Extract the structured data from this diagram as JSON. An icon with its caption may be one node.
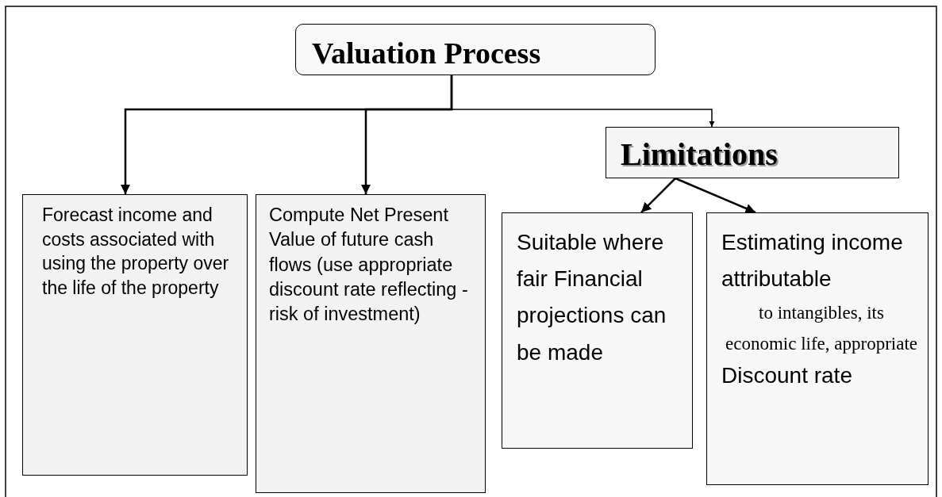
{
  "diagram": {
    "nodes": [
      {
        "text": [
          "Valuation Process"
        ]
      },
      {
        "text": [
          "Forecast income and costs associated with using the property over the life of the property"
        ]
      },
      {
        "text": [
          "Compute Net Present Value of future cash flows (use appropriate discount rate reflecting -risk of investment)"
        ]
      },
      {
        "text": [
          "Limitations"
        ]
      },
      {
        "text": [
          "Suitable where fair Financial projections can be made"
        ]
      },
      {
        "text": [
          "Estimating income attributable",
          "to intangibles, its economic life, appropriate",
          "Discount rate"
        ]
      }
    ],
    "edges": [
      {
        "from": 0,
        "to": 1,
        "arrow": "to"
      },
      {
        "from": 0,
        "to": 2,
        "arrow": "to"
      },
      {
        "from": 0,
        "to": 3,
        "arrow": "to"
      },
      {
        "from": 3,
        "to": 4,
        "arrow": "to"
      },
      {
        "from": 3,
        "to": 5,
        "arrow": "to"
      }
    ]
  }
}
